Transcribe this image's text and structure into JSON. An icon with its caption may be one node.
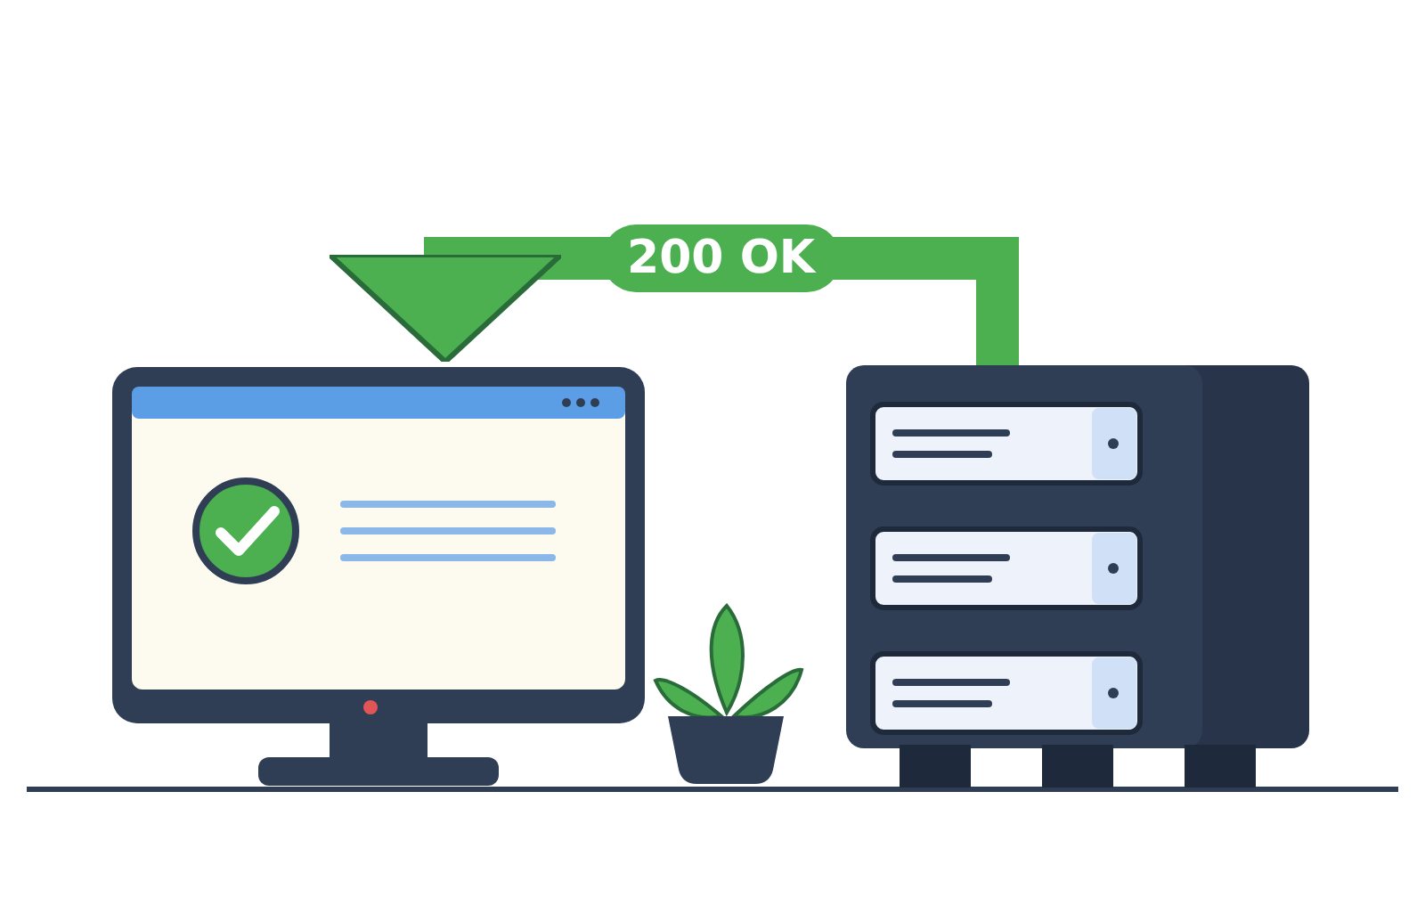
{
  "diagram": {
    "nodes": [
      {
        "text": [],
        "shape": "picture"
      },
      {
        "text": [],
        "shape": "picture"
      }
    ],
    "edges": [
      {
        "from": 1,
        "to": 0,
        "arrow": "to",
        "label": "200 OK"
      }
    ]
  }
}
